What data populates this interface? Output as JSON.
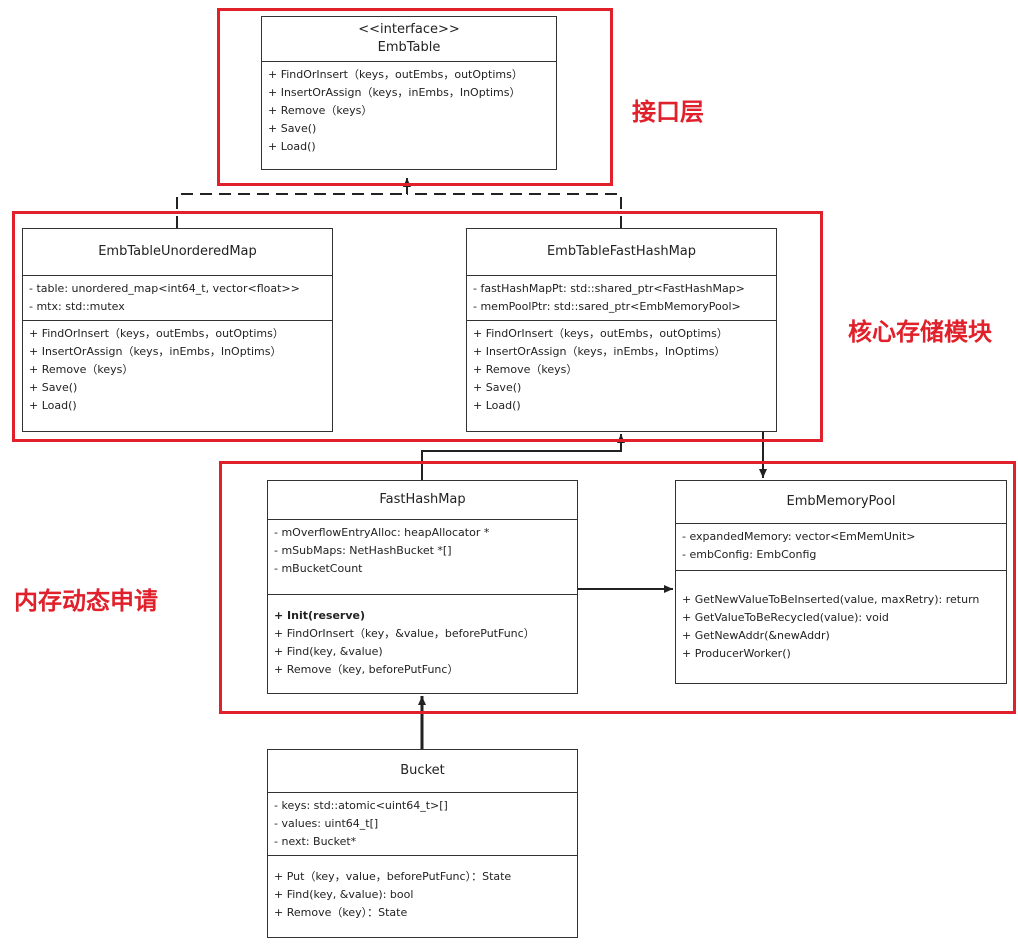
{
  "groups": {
    "interface": "接口层",
    "core": "核心存储模块",
    "memory": "内存动态申请"
  },
  "classes": {
    "embtable": {
      "stereotype": "<<interface>>",
      "name": "EmbTable",
      "methods": [
        "+ FindOrInsert（keys，outEmbs，outOptims）",
        "+ InsertOrAssign（keys，inEmbs，InOptims）",
        "+ Remove（keys）",
        "+ Save()",
        "+ Load()"
      ]
    },
    "unordered": {
      "name": "EmbTableUnorderedMap",
      "attributes": [
        "- table: unordered_map<int64_t, vector<float>>",
        "- mtx: std::mutex"
      ],
      "methods": [
        "+ FindOrInsert（keys，outEmbs，outOptims）",
        "+ InsertOrAssign（keys，inEmbs，InOptims）",
        "+ Remove（keys）",
        "+ Save()",
        "+ Load()"
      ]
    },
    "fasthashmaptable": {
      "name": "EmbTableFastHashMap",
      "attributes": [
        "- fastHashMapPt: std::shared_ptr<FastHashMap>",
        "- memPoolPtr: std::sared_ptr<EmbMemoryPool>"
      ],
      "methods": [
        "+ FindOrInsert（keys，outEmbs，outOptims）",
        "+ InsertOrAssign（keys，inEmbs，InOptims）",
        "+ Remove（keys）",
        "+ Save()",
        "+ Load()"
      ]
    },
    "fasthashmap": {
      "name": "FastHashMap",
      "attributes": [
        "- mOverflowEntryAlloc: heapAllocator *",
        "- mSubMaps: NetHashBucket *[]",
        "- mBucketCount"
      ],
      "methods": [
        "+ Init(reserve)",
        "+ FindOrInsert（key，&value，beforePutFunc）",
        "+ Find(key, &value)",
        "+ Remove（key, beforePutFunc）"
      ]
    },
    "mempool": {
      "name": "EmbMemoryPool",
      "attributes": [
        "- expandedMemory: vector<EmMemUnit>",
        "- embConfig: EmbConfig"
      ],
      "methods": [
        "+ GetNewValueToBeInserted(value, maxRetry): return",
        "+ GetValueToBeRecycled(value): void",
        "+ GetNewAddr(&newAddr)",
        "+ ProducerWorker()"
      ]
    },
    "bucket": {
      "name": "Bucket",
      "attributes": [
        "- keys:   std::atomic<uint64_t>[]",
        "- values: uint64_t[]",
        "- next: Bucket*"
      ],
      "methods": [
        "+ Put（key，value，beforePutFunc）：State",
        "+ Find(key, &value): bool",
        "+ Remove（key）：State"
      ]
    }
  },
  "colors": {
    "group_border": "#e0202a",
    "line": "#222222"
  }
}
